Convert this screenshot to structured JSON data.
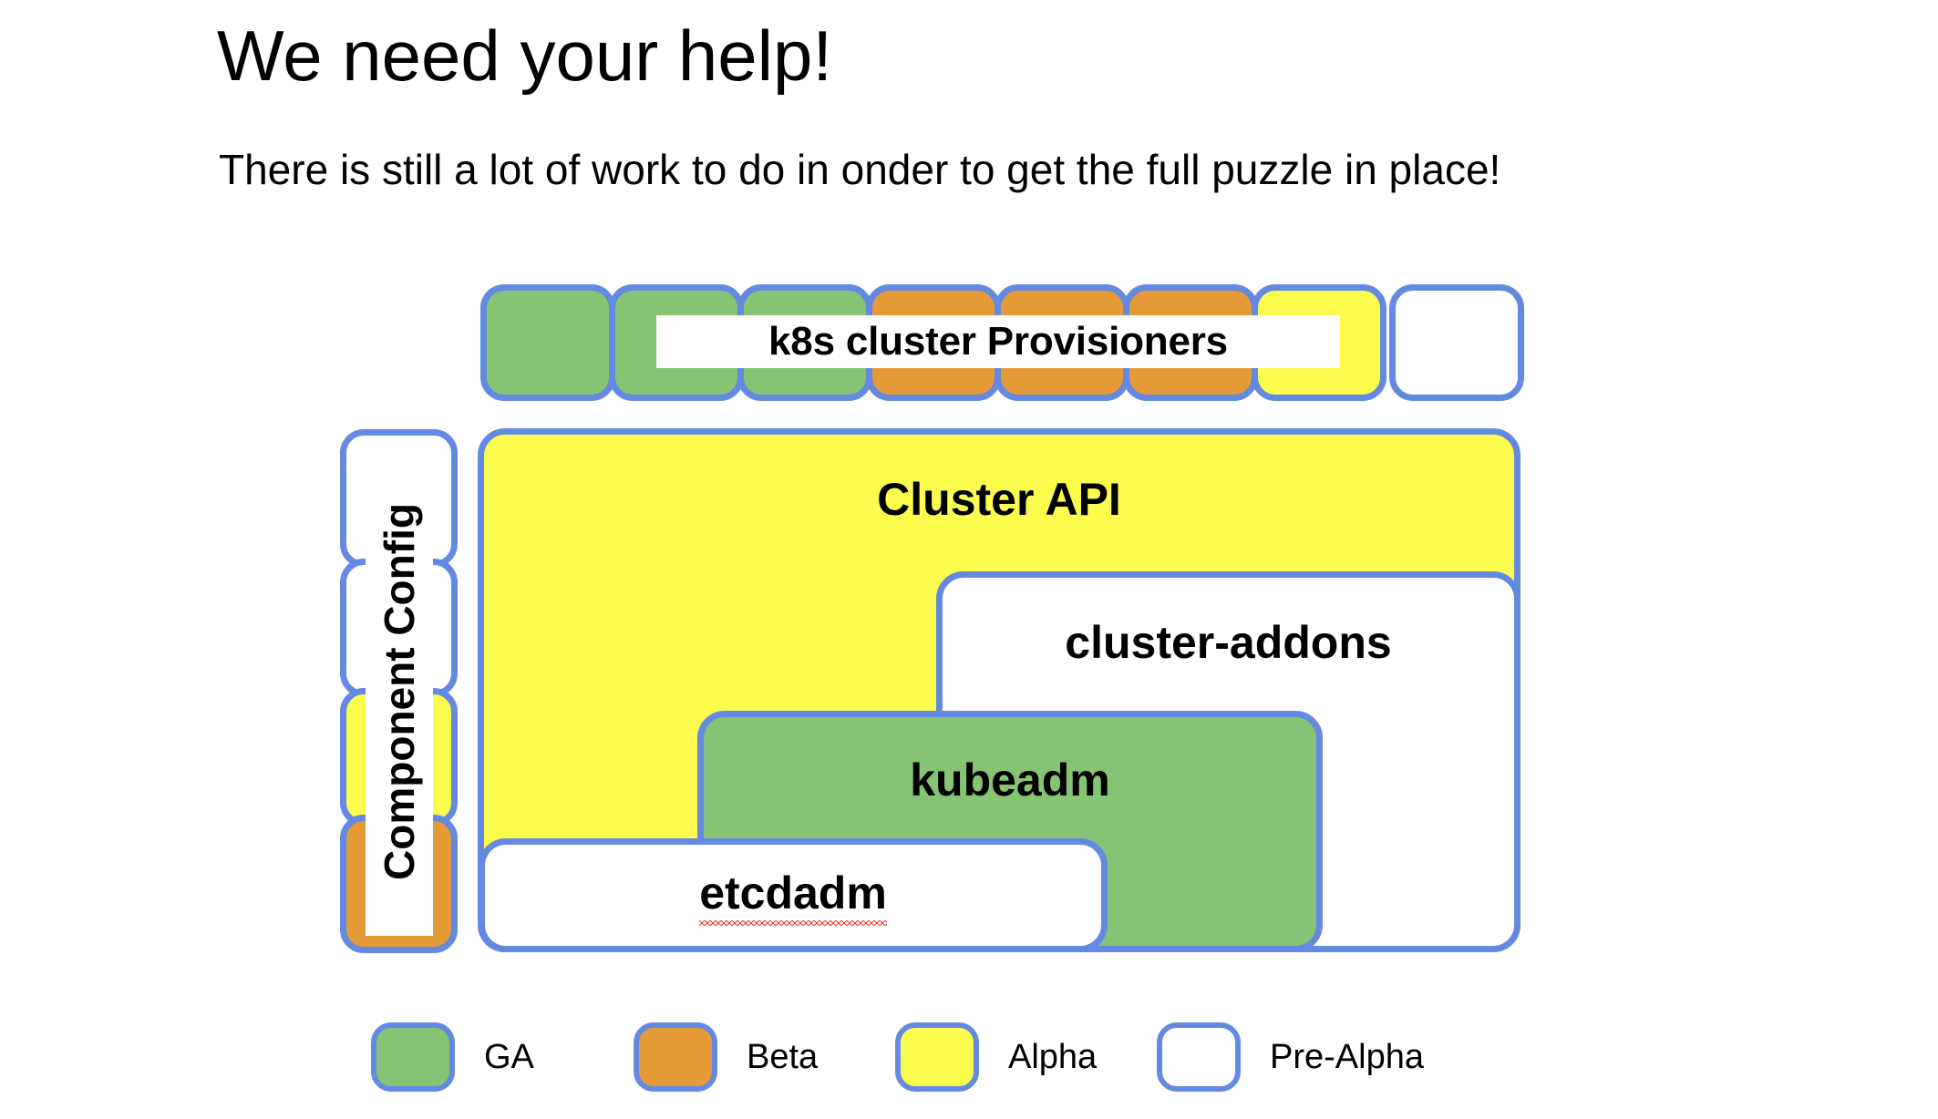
{
  "slide": {
    "title": "We need your help!",
    "subtitle": "There is still a lot of work to do in onder to get the full puzzle in place!"
  },
  "colors": {
    "ga": "#86c373",
    "beta": "#e59a38",
    "alpha": "#fcfc4f",
    "pre_alpha": "#ffffff",
    "border": "#6489e0",
    "text": "#000000",
    "background": "#ffffff",
    "spellcheck_underline": "#e8403a"
  },
  "provisioners": {
    "caption": "k8s cluster Provisioners",
    "cells": [
      {
        "maturity": "GA"
      },
      {
        "maturity": "GA"
      },
      {
        "maturity": "GA"
      },
      {
        "maturity": "Beta"
      },
      {
        "maturity": "Beta"
      },
      {
        "maturity": "Beta"
      },
      {
        "maturity": "Alpha"
      },
      {
        "maturity": "Pre-Alpha"
      }
    ]
  },
  "component_config": {
    "caption": "Component Config",
    "cells": [
      {
        "maturity": "Pre-Alpha"
      },
      {
        "maturity": "Pre-Alpha"
      },
      {
        "maturity": "Alpha"
      },
      {
        "maturity": "Beta"
      }
    ]
  },
  "stack": {
    "cluster_api": {
      "label": "Cluster API",
      "maturity": "Alpha"
    },
    "cluster_addons": {
      "label": "cluster-addons",
      "maturity": "Pre-Alpha"
    },
    "kubeadm": {
      "label": "kubeadm",
      "maturity": "GA"
    },
    "etcdadm": {
      "label": "etcdadm",
      "maturity": "Pre-Alpha",
      "spellcheck_flagged": true
    }
  },
  "legend": {
    "items": [
      {
        "label": "GA",
        "maturity": "GA",
        "color": "#86c373"
      },
      {
        "label": "Beta",
        "maturity": "Beta",
        "color": "#e59a38"
      },
      {
        "label": "Alpha",
        "maturity": "Alpha",
        "color": "#fcfc4f"
      },
      {
        "label": "Pre-Alpha",
        "maturity": "Pre-Alpha",
        "color": "#ffffff"
      }
    ]
  }
}
